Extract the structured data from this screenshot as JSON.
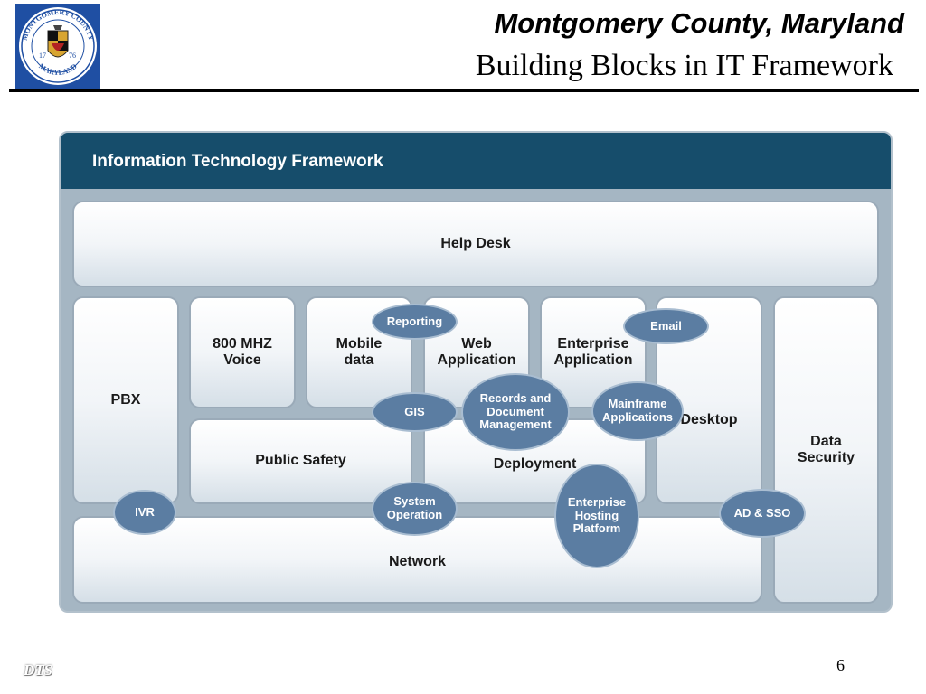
{
  "header": {
    "title": "Montgomery County, Maryland",
    "subtitle": "Building Blocks in IT Framework",
    "logo_text_top": "MONTGOMERY COUNTY",
    "logo_text_bottom": "MARYLAND",
    "logo_year_left": "17",
    "logo_year_right": "76"
  },
  "framework": {
    "title": "Information Technology Framework",
    "blocks": {
      "help_desk": "Help Desk",
      "pbx": "PBX",
      "voice_800": [
        "800 MHZ",
        "Voice"
      ],
      "mobile_data": [
        "Mobile",
        "data"
      ],
      "web_application": [
        "Web",
        "Application"
      ],
      "enterprise_application": [
        "Enterprise",
        "Application"
      ],
      "desktop": "Desktop",
      "data_security": [
        "Data",
        "Security"
      ],
      "public_safety": "Public Safety",
      "deployment": "Deployment",
      "network": "Network"
    },
    "ellipses": {
      "reporting": "Reporting",
      "email": "Email",
      "gis": "GIS",
      "records": [
        "Records and",
        "Document",
        "Management"
      ],
      "mainframe": [
        "Mainframe",
        "Applications"
      ],
      "ivr": "IVR",
      "system_operation": [
        "System",
        "Operation"
      ],
      "hosting": [
        "Enterprise",
        "Hosting",
        "Platform"
      ],
      "ad_sso": "AD & SSO"
    }
  },
  "footer": {
    "page_number": "6",
    "org": "DTS"
  },
  "colors": {
    "header_bar": "#164d6b",
    "frame_bg": "#a5b6c3",
    "ellipse_fill": "#5b7da2",
    "logo_blue": "#1f4fa3"
  }
}
